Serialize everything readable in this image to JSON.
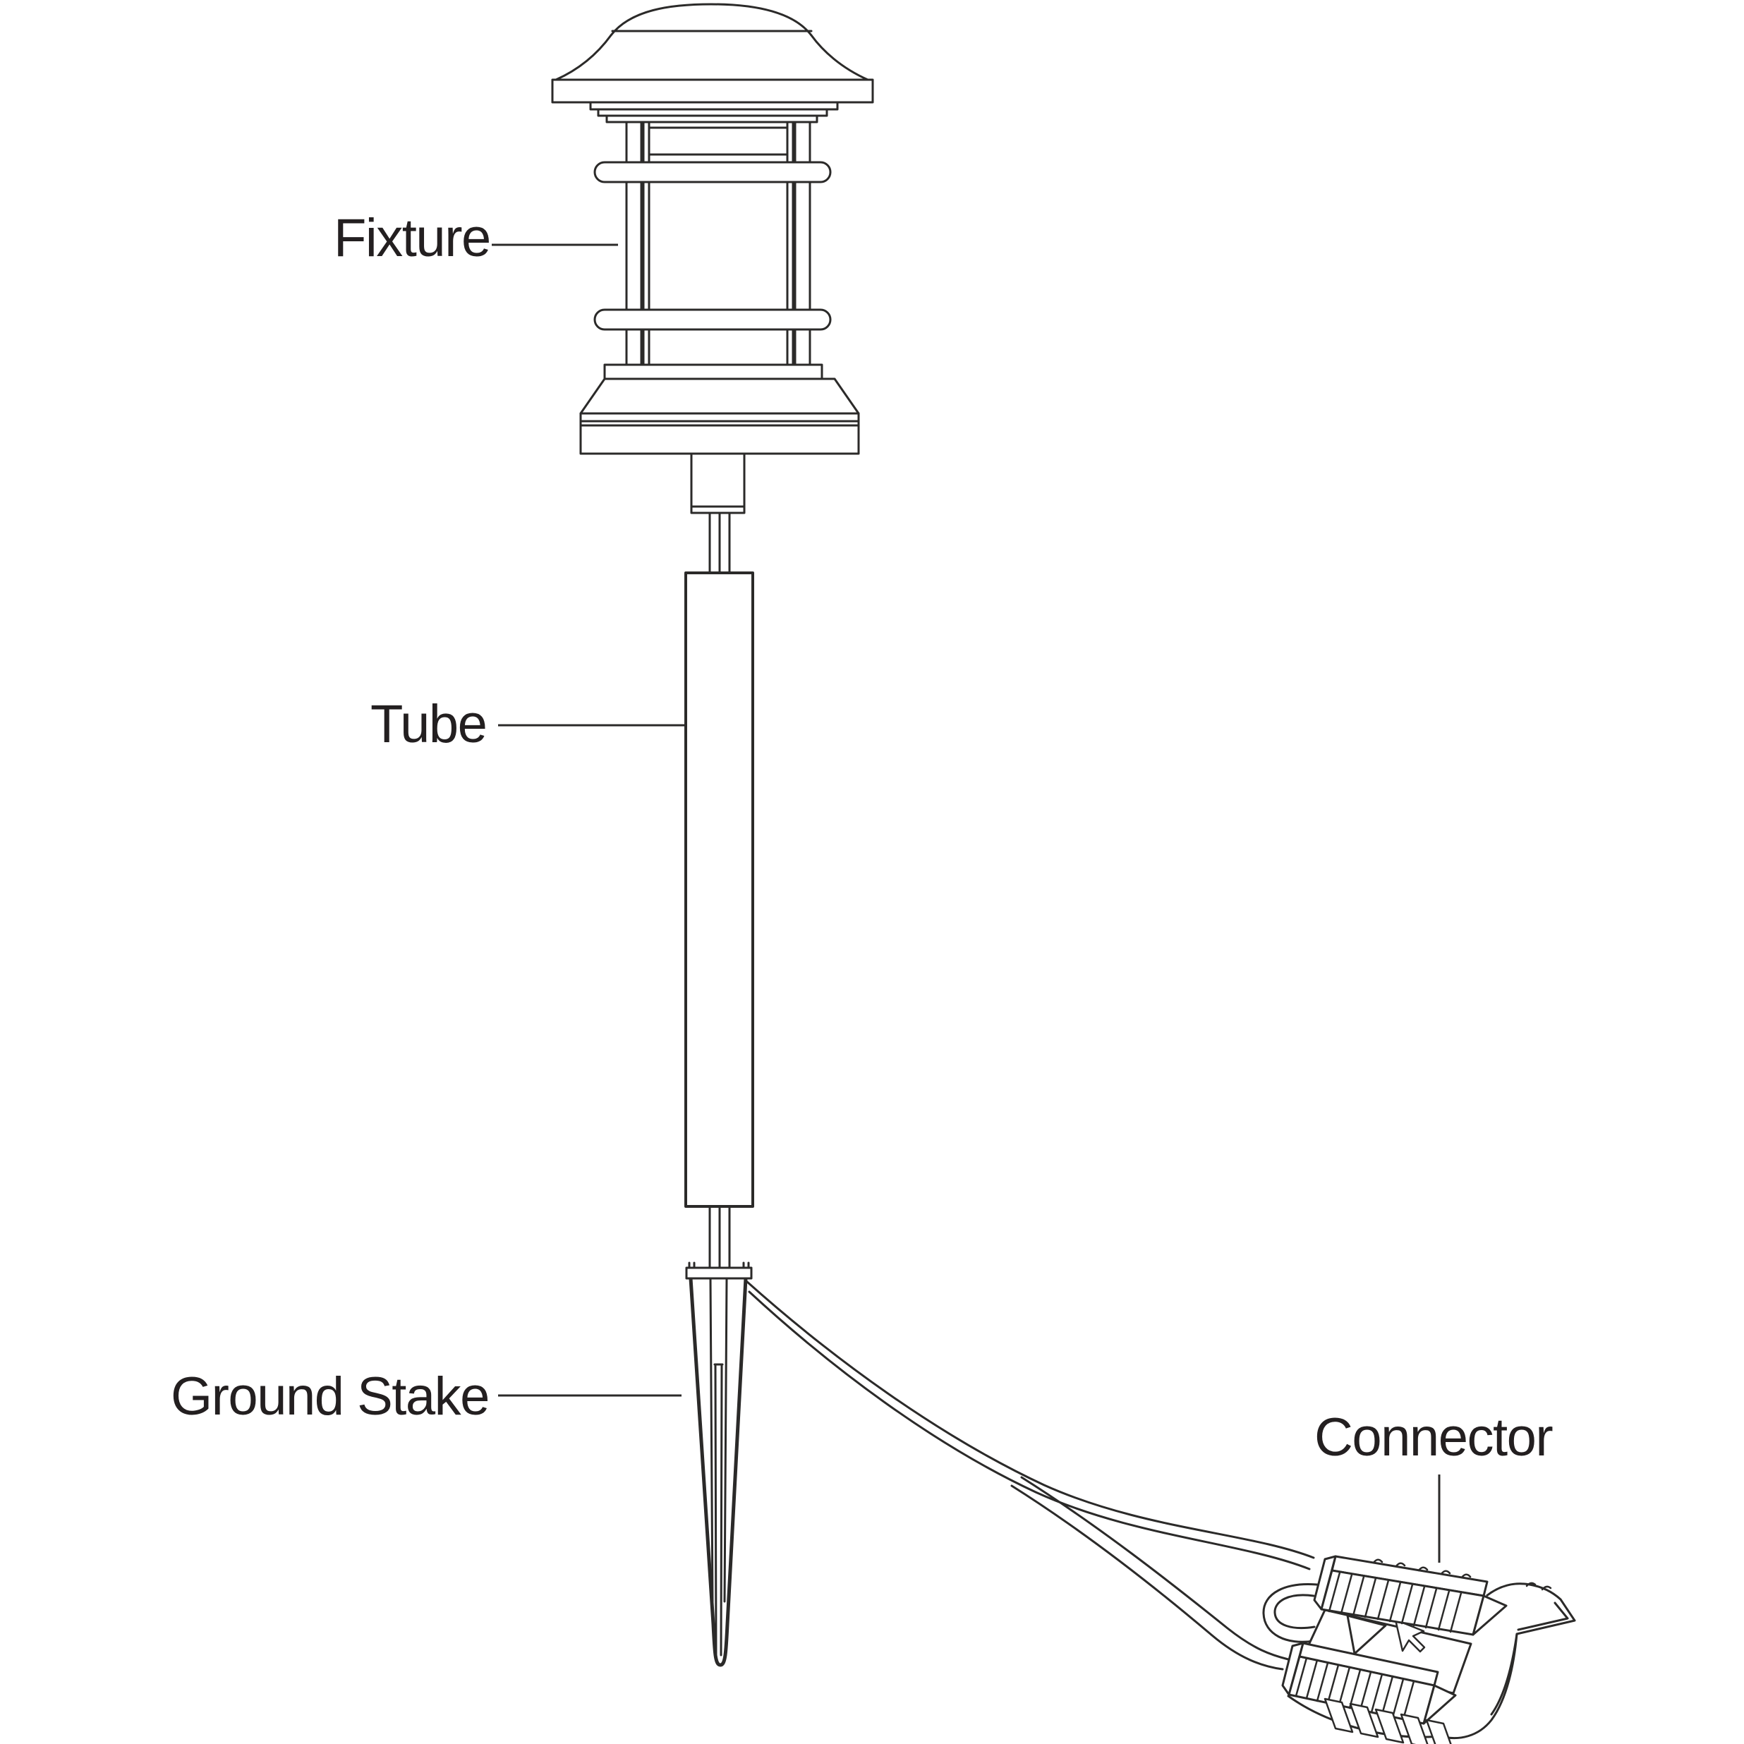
{
  "diagram": {
    "background": "#ffffff",
    "line_color": "#2b2a29",
    "text_color": "#231f20",
    "labels": {
      "fixture": "Fixture",
      "tube": "Tube",
      "ground_stake": "Ground Stake",
      "connector": "Connector"
    }
  }
}
